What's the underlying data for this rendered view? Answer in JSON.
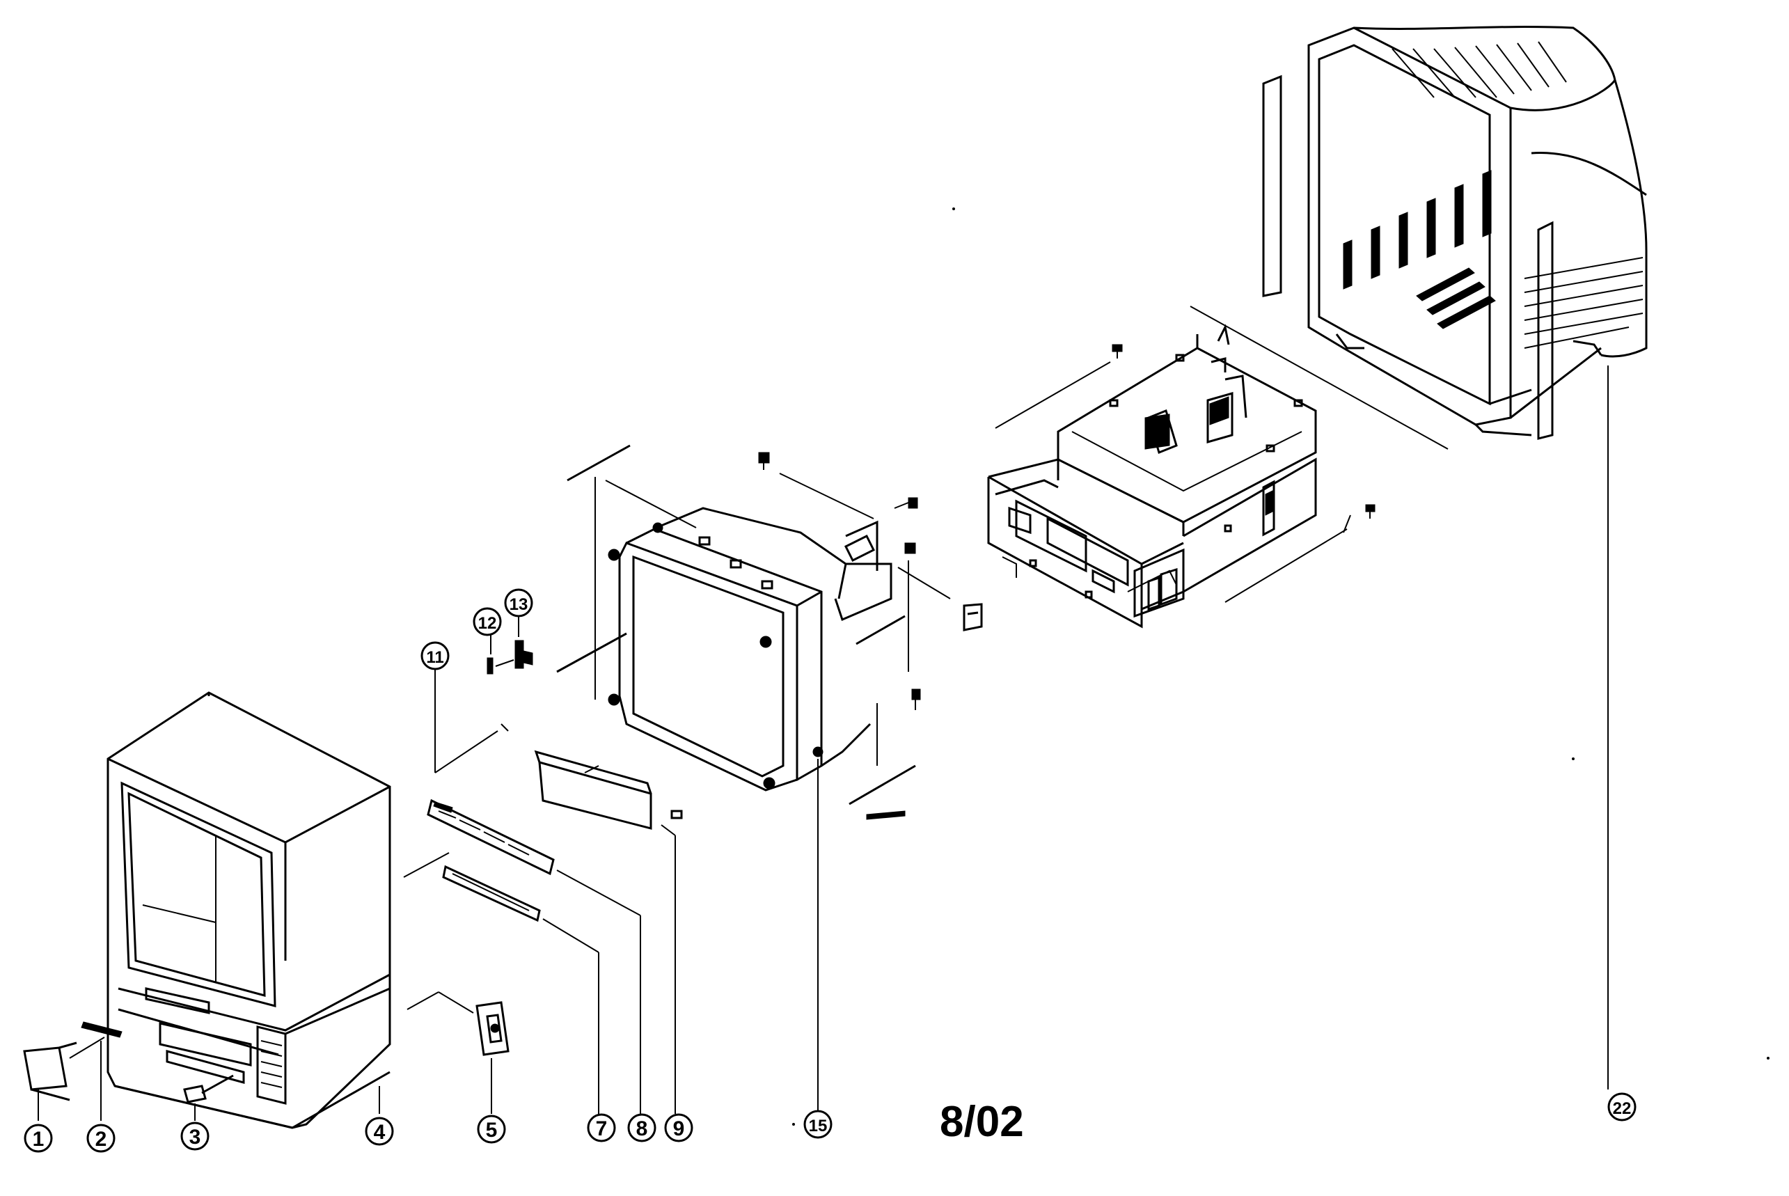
{
  "diagram": {
    "date_code": "8/02",
    "callouts": [
      {
        "id": "c1",
        "label": "1"
      },
      {
        "id": "c2",
        "label": "2"
      },
      {
        "id": "c3",
        "label": "3"
      },
      {
        "id": "c4",
        "label": "4"
      },
      {
        "id": "c5",
        "label": "5"
      },
      {
        "id": "c7",
        "label": "7"
      },
      {
        "id": "c8",
        "label": "8"
      },
      {
        "id": "c9",
        "label": "9"
      },
      {
        "id": "c11",
        "label": "11"
      },
      {
        "id": "c12",
        "label": "12"
      },
      {
        "id": "c13",
        "label": "13"
      },
      {
        "id": "c15",
        "label": "15"
      },
      {
        "id": "c22",
        "label": "22"
      }
    ]
  }
}
